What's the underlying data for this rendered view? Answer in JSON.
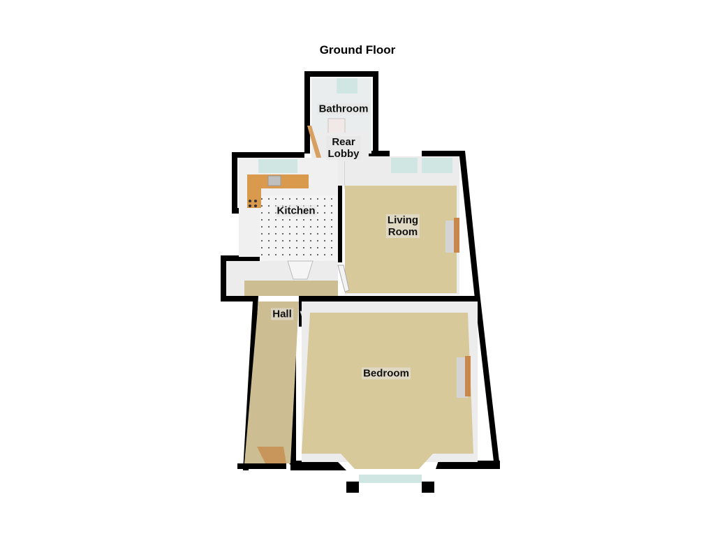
{
  "floor_title": "Ground Floor",
  "rooms": [
    {
      "name": "Bathroom",
      "lines": [
        "Bathroom"
      ]
    },
    {
      "name": "Rear Lobby",
      "lines": [
        "Rear",
        "Lobby"
      ]
    },
    {
      "name": "Kitchen",
      "lines": [
        "Kitchen"
      ]
    },
    {
      "name": "Living Room",
      "lines": [
        "Living",
        "Room"
      ]
    },
    {
      "name": "Hall",
      "lines": [
        "Hall"
      ]
    },
    {
      "name": "Bedroom",
      "lines": [
        "Bedroom"
      ]
    }
  ],
  "colors": {
    "wall": "#000000",
    "inner_wall": "#e8e8e8",
    "carpet": "#d8c99a",
    "kitchen_floor": "#f2f2f2",
    "counter": "#d99a4e",
    "window_glass": "#cfe6e2",
    "radiator": "#d0d0d0",
    "radiator_top": "#c9874a"
  }
}
